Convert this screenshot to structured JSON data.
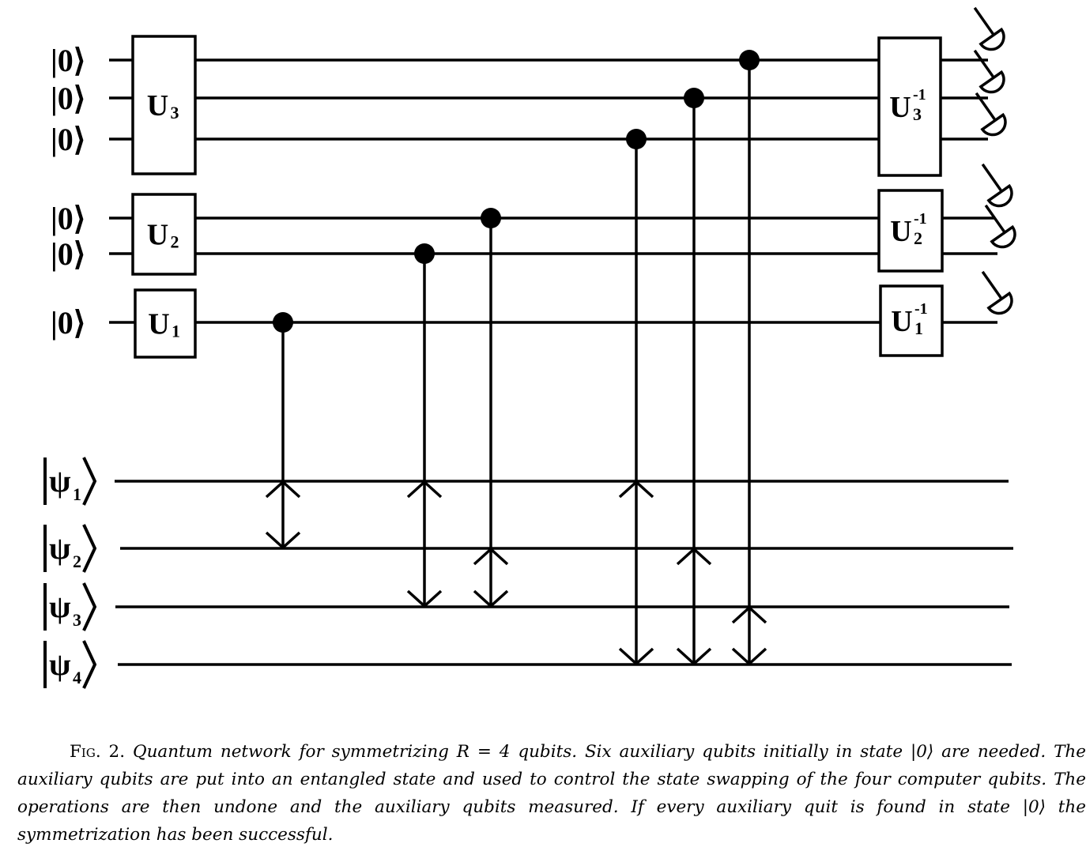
{
  "figure": {
    "aux_inputs": [
      "|0⟩",
      "|0⟩",
      "|0⟩",
      "|0⟩",
      "|0⟩",
      "|0⟩"
    ],
    "computer_inputs": [
      {
        "symbol": "ψ",
        "index": "1"
      },
      {
        "symbol": "ψ",
        "index": "2"
      },
      {
        "symbol": "ψ",
        "index": "3"
      },
      {
        "symbol": "ψ",
        "index": "4"
      }
    ],
    "gates": [
      {
        "name": "U",
        "sub": "3",
        "sup": ""
      },
      {
        "name": "U",
        "sub": "2",
        "sup": ""
      },
      {
        "name": "U",
        "sub": "1",
        "sup": ""
      },
      {
        "name": "U",
        "sub": "3",
        "sup": "-1"
      },
      {
        "name": "U",
        "sub": "2",
        "sup": "-1"
      },
      {
        "name": "U",
        "sub": "1",
        "sup": "-1"
      }
    ],
    "controlled_swaps": [
      {
        "control": 6,
        "targets": [
          1,
          2
        ]
      },
      {
        "control": 5,
        "targets": [
          1,
          3
        ]
      },
      {
        "control": 4,
        "targets": [
          2,
          3
        ]
      },
      {
        "control": 3,
        "targets": [
          1,
          4
        ]
      },
      {
        "control": 2,
        "targets": [
          2,
          4
        ]
      },
      {
        "control": 1,
        "targets": [
          3,
          4
        ]
      }
    ],
    "measured_qubits": 6
  },
  "caption": {
    "label": "Fig. 2.",
    "text": "Quantum network for symmetrizing R = 4 qubits. Six auxiliary qubits initially in state |0⟩ are needed. The auxiliary qubits are put into an entangled state and used to control the state swapping of the four computer qubits. The operations are then undone and the auxiliary qubits measured. If every auxiliary quit is found in state |0⟩ the symmetrization has been successful."
  }
}
